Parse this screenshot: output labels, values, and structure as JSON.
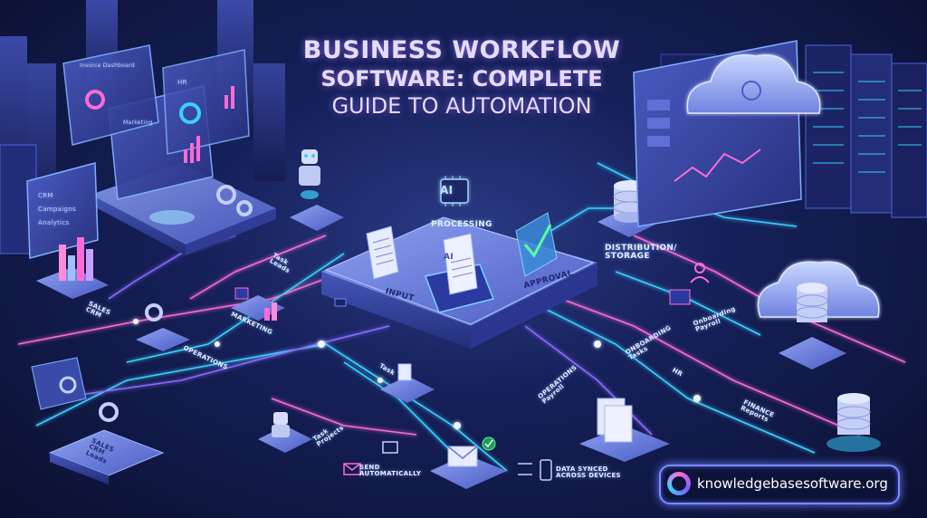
{
  "title": {
    "line1": "BUSINESS WORKFLOW",
    "line2": "SOFTWARE: COMPLETE",
    "line3": "GUIDE TO AUTOMATION"
  },
  "labels": {
    "processing": "PROCESSING",
    "ai_chip": "AI",
    "ai_doc": "AI",
    "input": "INPUT",
    "approval": "APPROVAL",
    "distribution_storage": "DISTRIBUTION/\nSTORAGE",
    "task_leads": "Task\nLeads",
    "marketing": "MARKETING",
    "sales_crm_left": "SALES\nCRM",
    "operations_left": "OPERATIONS",
    "task_center": "Task",
    "operations_payroll": "OPERATIONS\nPayroll",
    "onboarding_tasks": "ONBOARDING\nTasks",
    "onboarding_payroll": "Onboarding\nPayroll",
    "hr": "HR",
    "finance_reports": "FINANCE\nReports",
    "task_projects": "Task\nProjects",
    "sales_crm_leads": "SALES\nCRM\nLeads",
    "send_automatically": "SEND\nAUTOMATICALLY",
    "data_synced": "DATA SYNCED\nACROSS DEVICES",
    "left_panel_1": "CRM",
    "left_panel_2": "Campaigns",
    "left_panel_3": "Analytics",
    "dash_marketing": "Marketing",
    "dash_header": "Invoice Dashboard",
    "dash_hr": "HR"
  },
  "badge": {
    "url": "knowledgebasesoftware.org"
  },
  "icons": [
    "ai-chip-icon",
    "document-icon",
    "checkmark-icon",
    "database-icon",
    "cloud-icon",
    "robot-icon",
    "gear-icon",
    "envelope-icon",
    "phone-sync-icon",
    "person-icon",
    "server-rack-icon",
    "bar-chart-icon",
    "folder-icon"
  ],
  "colors": {
    "background": "#0c1233",
    "neon_blue": "#3ad0ff",
    "neon_pink": "#ff6bd6",
    "neon_purple": "#8b6bff",
    "platform": "#5d6fd0"
  }
}
